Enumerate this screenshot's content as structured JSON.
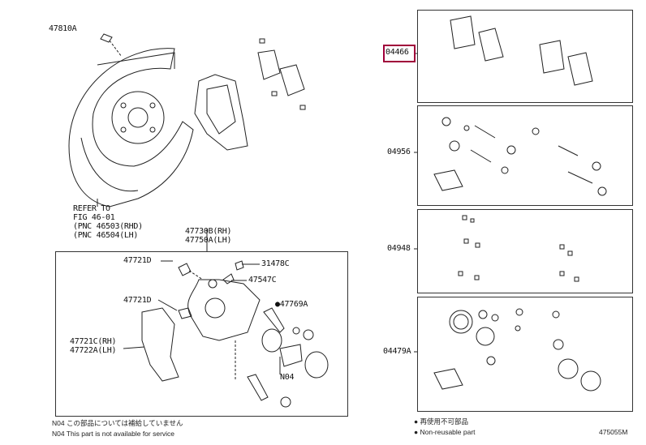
{
  "diagram": {
    "left_labels": {
      "shield": "47810A",
      "refer": [
        "REFER TO",
        "FIG 46-01",
        "(PNC 46503(RHD)",
        "(PNC 46504(LH)"
      ],
      "caliper_assy": [
        "47730B(RH)",
        "47750A(LH)"
      ],
      "bolt_upper": "47721D",
      "cap": "31478C",
      "bleeder": "47547C",
      "pin_kit": "●47769A",
      "bolt_lower": "47721D",
      "mounting": [
        "47721C(RH)",
        "47722A(LH)"
      ],
      "piston": "N04"
    },
    "right_labels": {
      "pads": "04466",
      "pad_kit": "04956",
      "shim_kit": "04948",
      "seal_kit": "04479A"
    },
    "highlight_color": "#a0003a",
    "footer": {
      "note_jp": "N04 この部品については補給していません",
      "note_en": "N04 This part is not available for service",
      "legend_jp": "● 再使用不可部品",
      "legend_en": "● Non-reusable part",
      "code": "475055M"
    }
  }
}
